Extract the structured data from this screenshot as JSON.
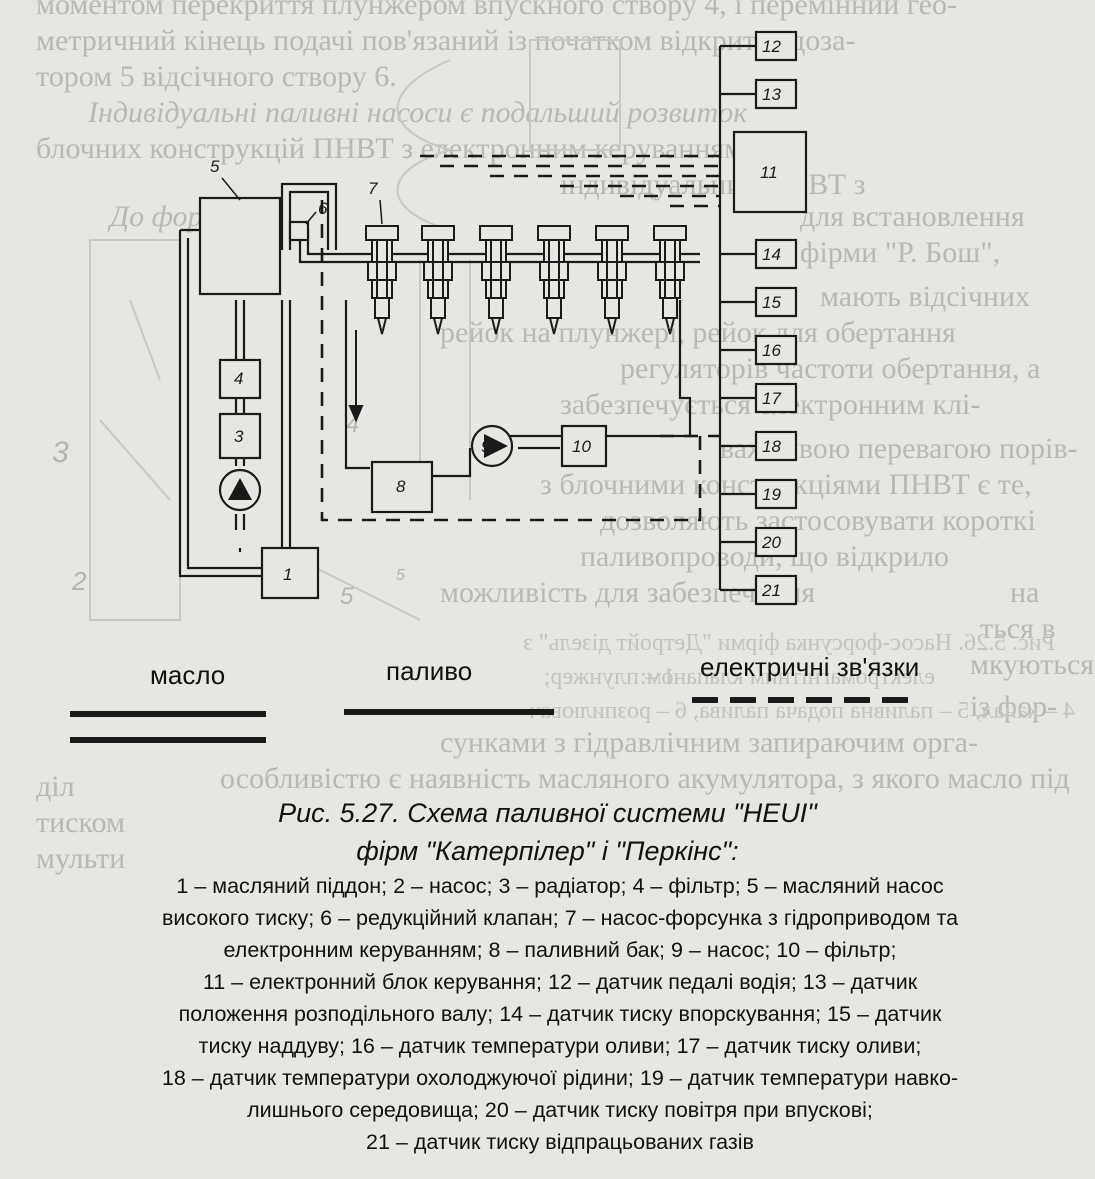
{
  "background_text": [
    "моментом перекриття плунжером впускного створу 4, і перемінний гео-",
    "метричний кінець подачі пов'язаний із початком відкриття доза-",
    "тором 5 відсічного створу 6.",
    "Індивідуальні паливні насоси є подальший розвиток",
    "блочних конструкцій ПНВТ з електронним керуванням.",
    "індивідуальних ПНВТ з",
    "До форсунки",
    "для встановлення",
    "фірми \"Р. Бош\",",
    "мають відсічних",
    "рейок на плунжері, рейок для обертання",
    "регуляторів частоти обертання, а",
    "забезпечується електронним клі-",
    "важливою перевагою порів-",
    "з блочними конструкціями ПНВТ є те,",
    "дозволяють застосовувати короткі",
    "паливопроводи, що відкрило",
    "можливість для забезпечення",
    "на",
    "ться в",
    "мкуються",
    "із фор-",
    "сунками з гідравлічним запираючим орга-",
    "діл",
    "тиском",
    "мульти",
    "особливістю є наявність масляного акумулятора, з якого масло під"
  ],
  "mirrored_text": [
    "Рис. 5.26. Насос-форсунка фірми \"Детройт дізель\" з",
    "електромагнітним клапаном:",
    "1 – плунжер;",
    "4 – канал, 5 – паливна подача палива, 6 – розпилювач"
  ],
  "diagram": {
    "components": {
      "1": "1",
      "2": "2",
      "3": "3",
      "4": "4",
      "5": "5",
      "6": "6",
      "7": "7",
      "8": "8",
      "9": "9",
      "10": "10",
      "11": "11",
      "12": "12",
      "13": "13",
      "14": "14",
      "15": "15",
      "16": "16",
      "17": "17",
      "18": "18",
      "19": "19",
      "20": "20",
      "21": "21"
    },
    "ghost_numbers": {
      "g1": "3",
      "g2": "2",
      "g3": "5",
      "g4": "5",
      "g5": "4"
    }
  },
  "legend": {
    "oil": "масло",
    "fuel": "паливо",
    "electric": "електричні зв'язки"
  },
  "caption": {
    "title_line1": "Рис. 5.27. Схема паливної системи \"HEUI\"",
    "title_line2": "фірм \"Катерпілер\" і \"Перкінс\":",
    "lines": [
      "1 – масляний піддон; 2 – насос; 3 – радіатор; 4 – фільтр; 5 – масляний насос",
      "високого тиску; 6 – редукційний клапан; 7 – насос-форсунка з гідроприводом та",
      "електронним керуванням; 8 – паливний бак; 9 – насос; 10 – фільтр;",
      "11 – електронний блок керування; 12 – датчик педалі водія; 13 – датчик",
      "положення розподільного валу; 14 – датчик тиску впорскування; 15 – датчик",
      "тиску наддуву; 16 – датчик температури оливи; 17 – датчик тиску оливи;",
      "18 – датчик температури охолоджуючої рідини; 19 – датчик температури навко-",
      "лишнього середовища; 20 – датчик тиску повітря при впускові;",
      "21 – датчик тиску відпрацьованих газів"
    ]
  }
}
